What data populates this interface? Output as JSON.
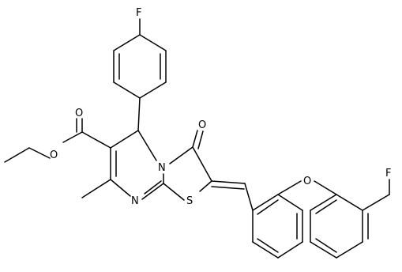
{
  "labels": {
    "f_top": "F",
    "o_ketone": "O",
    "o_ester_carbonyl": "O",
    "o_ester_ether": "O",
    "n_ring": "N",
    "n_imine": "N",
    "s_ring": "S",
    "o_benzyl_ether": "O",
    "f_right": "F"
  }
}
